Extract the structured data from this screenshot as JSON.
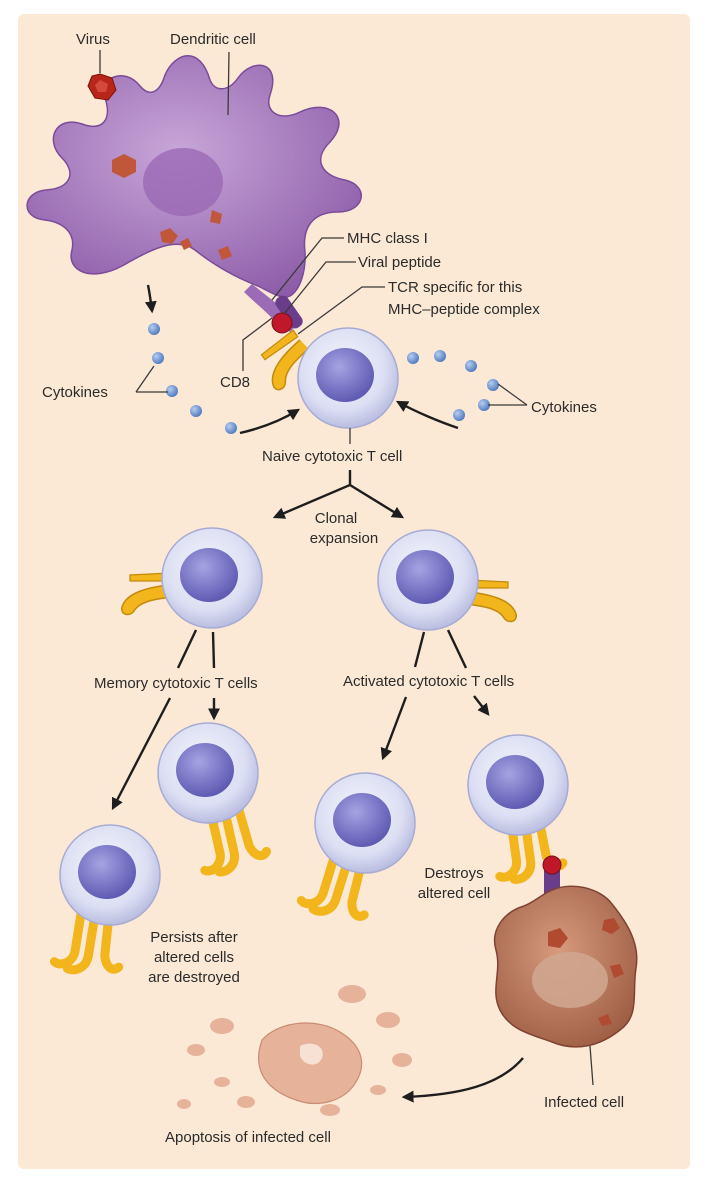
{
  "colors": {
    "background": "#fbe9d6",
    "dendritic": "#a77bbd",
    "tcell_body": "#dcdff3",
    "tcell_nucleus": "#7b78c8",
    "receptor": "#f2b51c",
    "infected": "#b07055",
    "virus": "#b8261a",
    "cytokine": "#6b93cf"
  },
  "labels": {
    "virus": "Virus",
    "dendritic_cell": "Dendritic cell",
    "mhc_class_i": "MHC class I",
    "viral_peptide": "Viral peptide",
    "tcr_line1": "TCR specific for this",
    "tcr_line2": "MHC–peptide complex",
    "cd8": "CD8",
    "cytokines_left": "Cytokines",
    "cytokines_right": "Cytokines",
    "naive_t_cell": "Naive cytotoxic T cell",
    "clonal_line1": "Clonal",
    "clonal_line2": "expansion",
    "memory_t_cells": "Memory cytotoxic T cells",
    "activated_t_cells": "Activated cytotoxic T cells",
    "destroys_line1": "Destroys",
    "destroys_line2": "altered cell",
    "persists_line1": "Persists after",
    "persists_line2": "altered cells",
    "persists_line3": "are destroyed",
    "infected_cell": "Infected cell",
    "apoptosis": "Apoptosis of infected cell"
  },
  "icons": {
    "virus": "virus-icon",
    "dendritic": "dendritic-cell-icon",
    "tcell": "t-cell-icon",
    "infected": "infected-cell-icon",
    "apoptotic": "apoptotic-debris-icon"
  }
}
